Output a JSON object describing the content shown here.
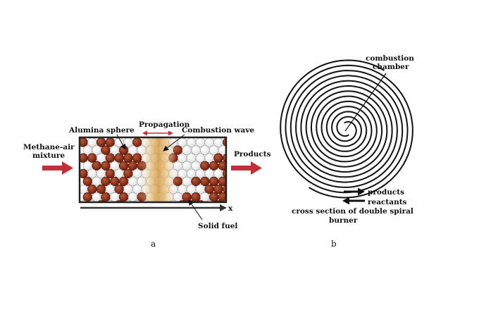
{
  "panel_a": {
    "caption": "a",
    "labels": {
      "inlet_line1": "Methane-air",
      "inlet_line2": "mixture",
      "alumina": "Alumina sphere",
      "propagation": "Propagation",
      "combustion_wave": "Combustion wave",
      "products": "Products",
      "axis": "x",
      "solid_fuel": "Solid fuel"
    },
    "colors": {
      "flow_arrow": "#c0303a",
      "fuel_sphere": "#7a2510",
      "alumina_sphere": "#ffffff",
      "wave": "#d9a75c",
      "border": "#222222"
    }
  },
  "panel_b": {
    "caption": "b",
    "labels": {
      "chamber_line1": "combustion",
      "chamber_line2": "chamber",
      "products": "products",
      "reactants": "reactants",
      "section_line1": "cross section of double spiral",
      "section_line2": "burner"
    }
  }
}
